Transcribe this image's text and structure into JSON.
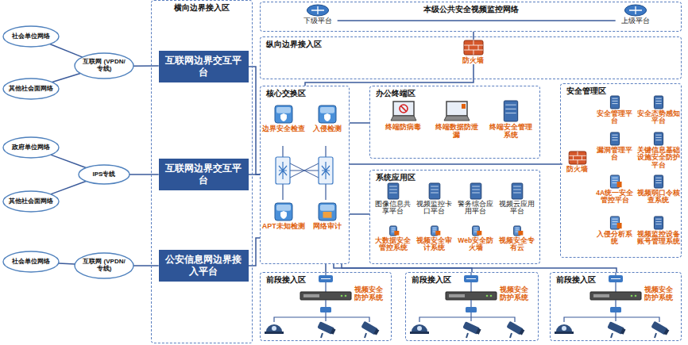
{
  "diagram": {
    "nodes": [
      {
        "text": [
          "社会单位网络"
        ]
      },
      {
        "text": [
          "其他社会面网络"
        ]
      },
      {
        "text": [
          "互联网 (VPDN/专线)"
        ]
      },
      {
        "text": [
          "政府单位网络"
        ]
      },
      {
        "text": [
          "其他社会面网络"
        ]
      },
      {
        "text": [
          "IPS专线"
        ]
      },
      {
        "text": [
          "社会单位网络"
        ]
      },
      {
        "text": [
          "互联网 (VPDN/专线)"
        ]
      },
      {
        "text": [
          "横向边界接入区"
        ]
      },
      {
        "text": [
          "互联网边界交互平台"
        ],
        "in": 8
      },
      {
        "text": [
          "互联网边界交互平台"
        ],
        "in": 8
      },
      {
        "text": [
          "公安信息网边界接入平台"
        ],
        "in": 8
      },
      {
        "text": [
          "本级公共安全视频监控网络"
        ]
      },
      {
        "text": [
          "下级平台"
        ],
        "in": 12
      },
      {
        "text": [
          "上级平台"
        ],
        "in": 12
      },
      {
        "text": [
          "纵向边界接入区"
        ]
      },
      {
        "text": [
          "防火墙"
        ],
        "in": 15
      },
      {
        "text": [
          "核心交换区"
        ]
      },
      {
        "text": [
          "边界安全检查"
        ],
        "in": 17
      },
      {
        "text": [
          "入侵检测"
        ],
        "in": 17
      },
      {
        "text": [
          "APT未知检测"
        ],
        "in": 17
      },
      {
        "text": [
          "网络审计"
        ],
        "in": 17
      },
      {
        "text": [
          "办公终端区"
        ]
      },
      {
        "text": [
          "终端防病毒"
        ],
        "in": 22
      },
      {
        "text": [
          "终端数据防泄漏"
        ],
        "in": 22
      },
      {
        "text": [
          "终端安全管理系统"
        ],
        "in": 22
      },
      {
        "text": [
          "系统应用区"
        ]
      },
      {
        "text": [
          "图像信息共享平台"
        ],
        "in": 26
      },
      {
        "text": [
          "视频监控卡口平台"
        ],
        "in": 26
      },
      {
        "text": [
          "警务综合应用平台"
        ],
        "in": 26
      },
      {
        "text": [
          "视频云应用平台"
        ],
        "in": 26
      },
      {
        "text": [
          "大数据安全管控系统"
        ],
        "in": 26
      },
      {
        "text": [
          "视频安全审计系统"
        ],
        "in": 26
      },
      {
        "text": [
          "Web安全防火墙"
        ],
        "in": 26
      },
      {
        "text": [
          "视频安全专有云"
        ],
        "in": 26
      },
      {
        "text": [
          "安全管理区"
        ]
      },
      {
        "text": [
          "安全管理平台"
        ],
        "in": 35
      },
      {
        "text": [
          "安全态势感知平台"
        ],
        "in": 35
      },
      {
        "text": [
          "防火墙"
        ],
        "in": 35
      },
      {
        "text": [
          "漏洞管理平台"
        ],
        "in": 35
      },
      {
        "text": [
          "关键信息基础设施安全防护平台"
        ],
        "in": 35
      },
      {
        "text": [
          "4A统一安全管控平台"
        ],
        "in": 35
      },
      {
        "text": [
          "视频弱口令核查系统"
        ],
        "in": 35
      },
      {
        "text": [
          "入侵分析系统"
        ],
        "in": 35
      },
      {
        "text": [
          "视频监控设备账号管理系统"
        ],
        "in": 35
      },
      {
        "text": [
          "前段接入区"
        ]
      },
      {
        "text": [
          "视频安全防护系统"
        ],
        "in": 45
      },
      {
        "text": [
          "前段接入区"
        ]
      },
      {
        "text": [
          "视频安全防护系统"
        ],
        "in": 47
      },
      {
        "text": [
          "前段接入区"
        ]
      },
      {
        "text": [
          "视频安全防护系统"
        ],
        "in": 49
      }
    ],
    "edges": [
      {
        "from": 0,
        "to": 2,
        "arrow": "none"
      },
      {
        "from": 1,
        "to": 2,
        "arrow": "none"
      },
      {
        "from": 2,
        "to": 9,
        "arrow": "none"
      },
      {
        "from": 3,
        "to": 5,
        "arrow": "none"
      },
      {
        "from": 4,
        "to": 5,
        "arrow": "none"
      },
      {
        "from": 5,
        "to": 10,
        "arrow": "none"
      },
      {
        "from": 6,
        "to": 7,
        "arrow": "none"
      },
      {
        "from": 7,
        "to": 11,
        "arrow": "none"
      },
      {
        "from": 9,
        "to": 17,
        "arrow": "none"
      },
      {
        "from": 10,
        "to": 17,
        "arrow": "none"
      },
      {
        "from": 11,
        "to": 17,
        "arrow": "none"
      },
      {
        "from": 17,
        "to": 22,
        "arrow": "none"
      },
      {
        "from": 17,
        "to": 26,
        "arrow": "none"
      },
      {
        "from": 17,
        "to": 38,
        "arrow": "none"
      },
      {
        "from": 16,
        "to": 17,
        "arrow": "none"
      },
      {
        "from": 16,
        "to": 12,
        "arrow": "none"
      },
      {
        "from": 13,
        "to": 14,
        "arrow": "none"
      },
      {
        "from": 45,
        "to": 17,
        "arrow": "none"
      },
      {
        "from": 47,
        "to": 17,
        "arrow": "none"
      },
      {
        "from": 49,
        "to": 17,
        "arrow": "none"
      }
    ]
  }
}
